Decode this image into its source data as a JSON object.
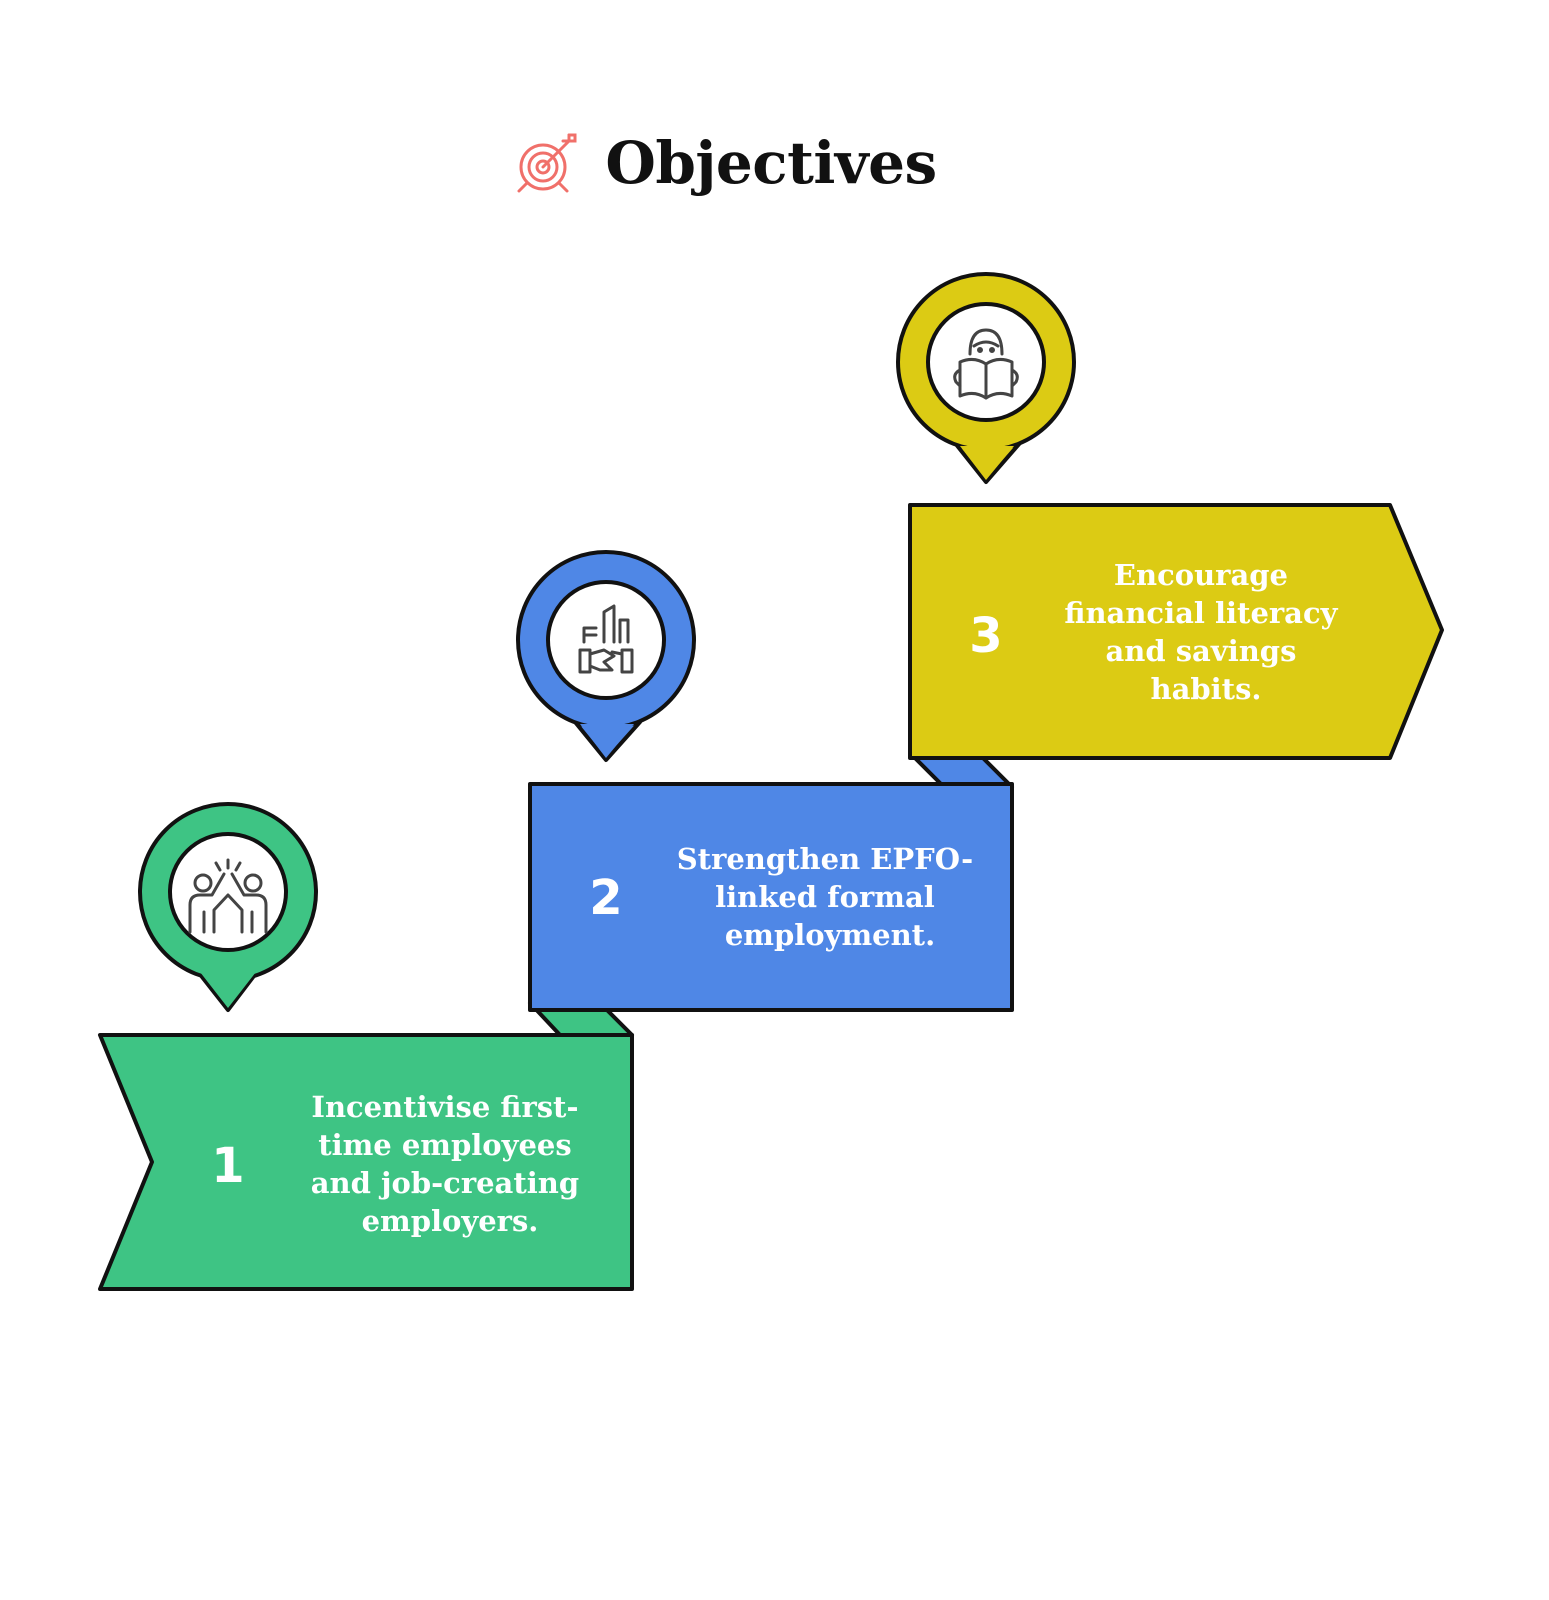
{
  "title": "Objectives",
  "colors": {
    "step1": "#3ec484",
    "step2": "#4f87e6",
    "step3": "#dccb14",
    "title_icon": "#f0706a",
    "outline": "#111111"
  },
  "steps": [
    {
      "number": "1",
      "icon": "high-five-icon",
      "lines": [
        "Incentivise first-",
        "time employees",
        "and job-creating",
        "employers."
      ]
    },
    {
      "number": "2",
      "icon": "handshake-building-icon",
      "lines": [
        "Strengthen EPFO-",
        "linked formal",
        "employment."
      ]
    },
    {
      "number": "3",
      "icon": "reading-person-icon",
      "lines": [
        "Encourage",
        "financial literacy",
        "and savings",
        "habits."
      ]
    }
  ]
}
